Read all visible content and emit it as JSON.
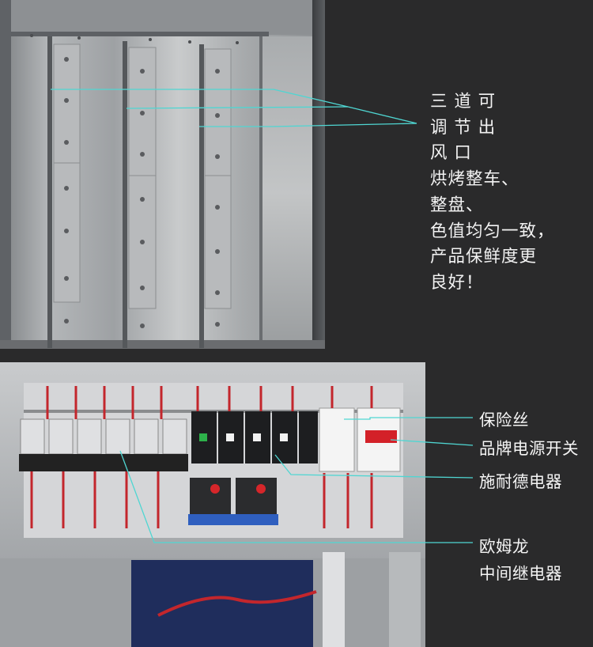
{
  "top_caption": {
    "lines": [
      "三 道 可",
      "调 节 出",
      "风 口",
      "烘烤整车、",
      "整盘、",
      "色值均匀一致，",
      "产品保鲜度更",
      "良好！"
    ]
  },
  "bottom_labels": {
    "fuse": "保险丝",
    "breaker": "品牌电源开关",
    "schneider": "施耐德电器",
    "omron_line1": "欧姆龙",
    "omron_line2": "中间继电器"
  },
  "colors": {
    "background": "#2a2a2b",
    "callout_line": "#4fd6d2",
    "text": "#f2f2f2"
  }
}
